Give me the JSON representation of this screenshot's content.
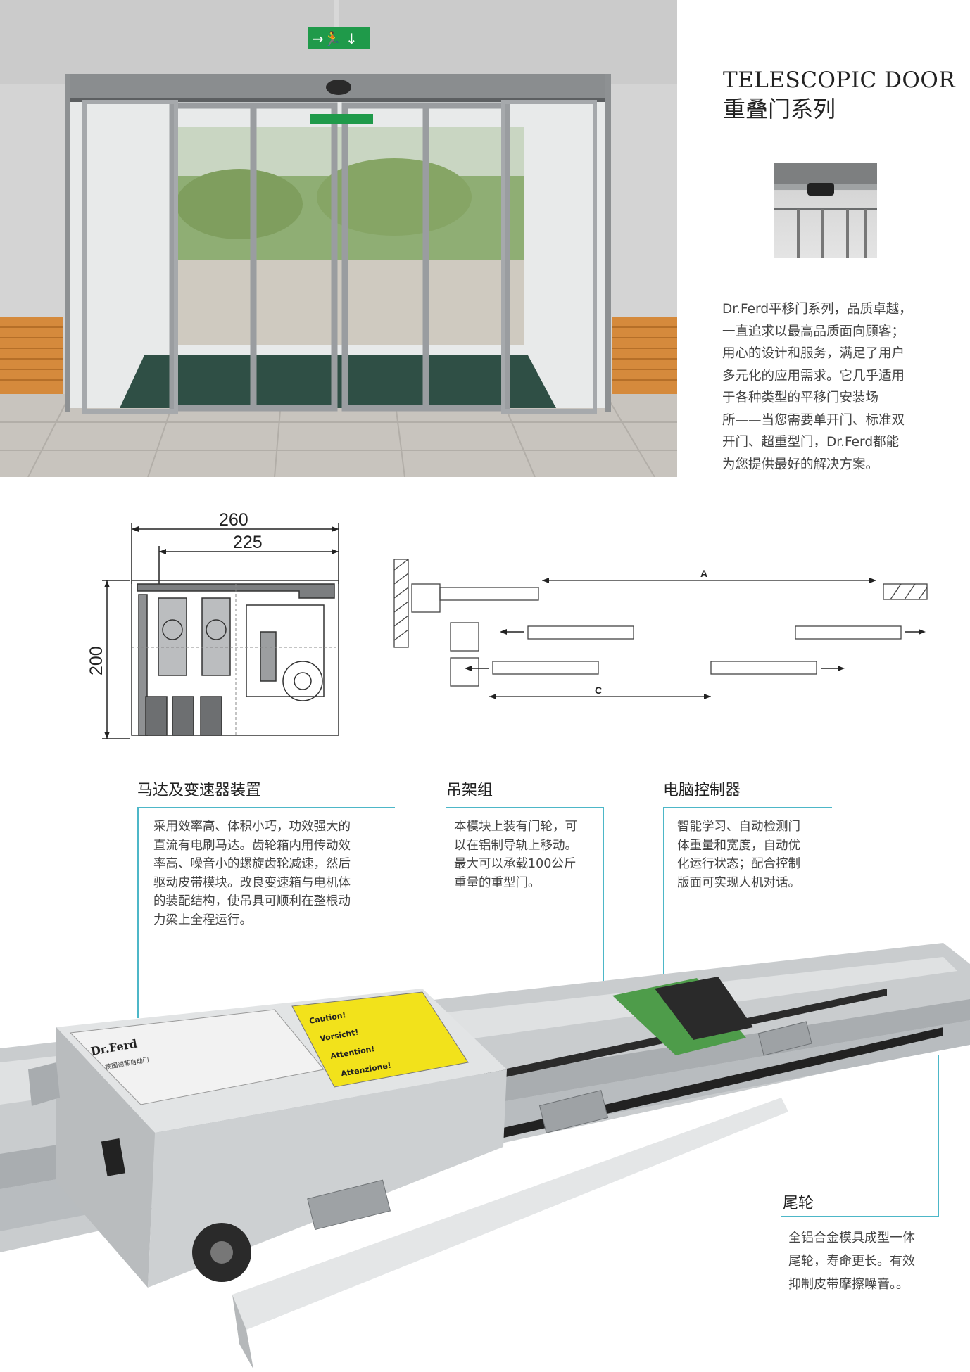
{
  "hero": {
    "exit_sign": "→🏃 ↓"
  },
  "header": {
    "title_en": "TELESCOPIC DOOR",
    "title_cn": "重叠门系列"
  },
  "intro": {
    "lines": [
      "Dr.Ferd平移门系列，品质卓越，",
      "一直追求以最高品质面向顾客；",
      "用心的设计和服务，满足了用户",
      "多元化的应用需求。它几乎适用",
      "于各种类型的平移门安装场",
      "所——当您需要单开门、标准双",
      "开门、超重型门，Dr.Ferd都能",
      "为您提供最好的解决方案。"
    ]
  },
  "section_drawing": {
    "dim_width_outer": "260",
    "dim_width_inner": "225",
    "dim_height": "200"
  },
  "plan_drawing": {
    "label_a": "A",
    "label_c": "C"
  },
  "features": [
    {
      "title": "马达及变速器装置",
      "lines": [
        "采用效率高、体积小巧，功效强大的",
        "直流有电刷马达。齿轮箱内用传动效",
        "率高、噪音小的螺旋齿轮减速，然后",
        "驱动皮带模块。改良变速箱与电机体",
        "的装配结构，使吊具可顺利在整根动",
        "力梁上全程运行。"
      ]
    },
    {
      "title": "吊架组",
      "lines": [
        "本模块上装有门轮，可",
        "以在铝制导轨上移动。",
        "最大可以承载100公斤",
        "重量的重型门。"
      ]
    },
    {
      "title": "电脑控制器",
      "lines": [
        "智能学习、自动检测门",
        "体重量和宽度，自动优",
        "化运行状态；配合控制",
        "版面可实现人机对话。"
      ]
    },
    {
      "title": "尾轮",
      "lines": [
        "全铝合金模具成型一体",
        "尾轮，寿命更长。有效",
        "抑制皮带摩擦噪音。。"
      ]
    }
  ],
  "product": {
    "brand": "Dr.Ferd",
    "brand_cn": "德国德菲自动门",
    "caution_title": "Caution!",
    "vorsicht_title": "Vorsicht!",
    "attention_title": "Attention!",
    "achtung_title": "Attenzione!"
  },
  "colors": {
    "accent_line": "#4db7c8",
    "warning_label": "#f2e21b"
  }
}
